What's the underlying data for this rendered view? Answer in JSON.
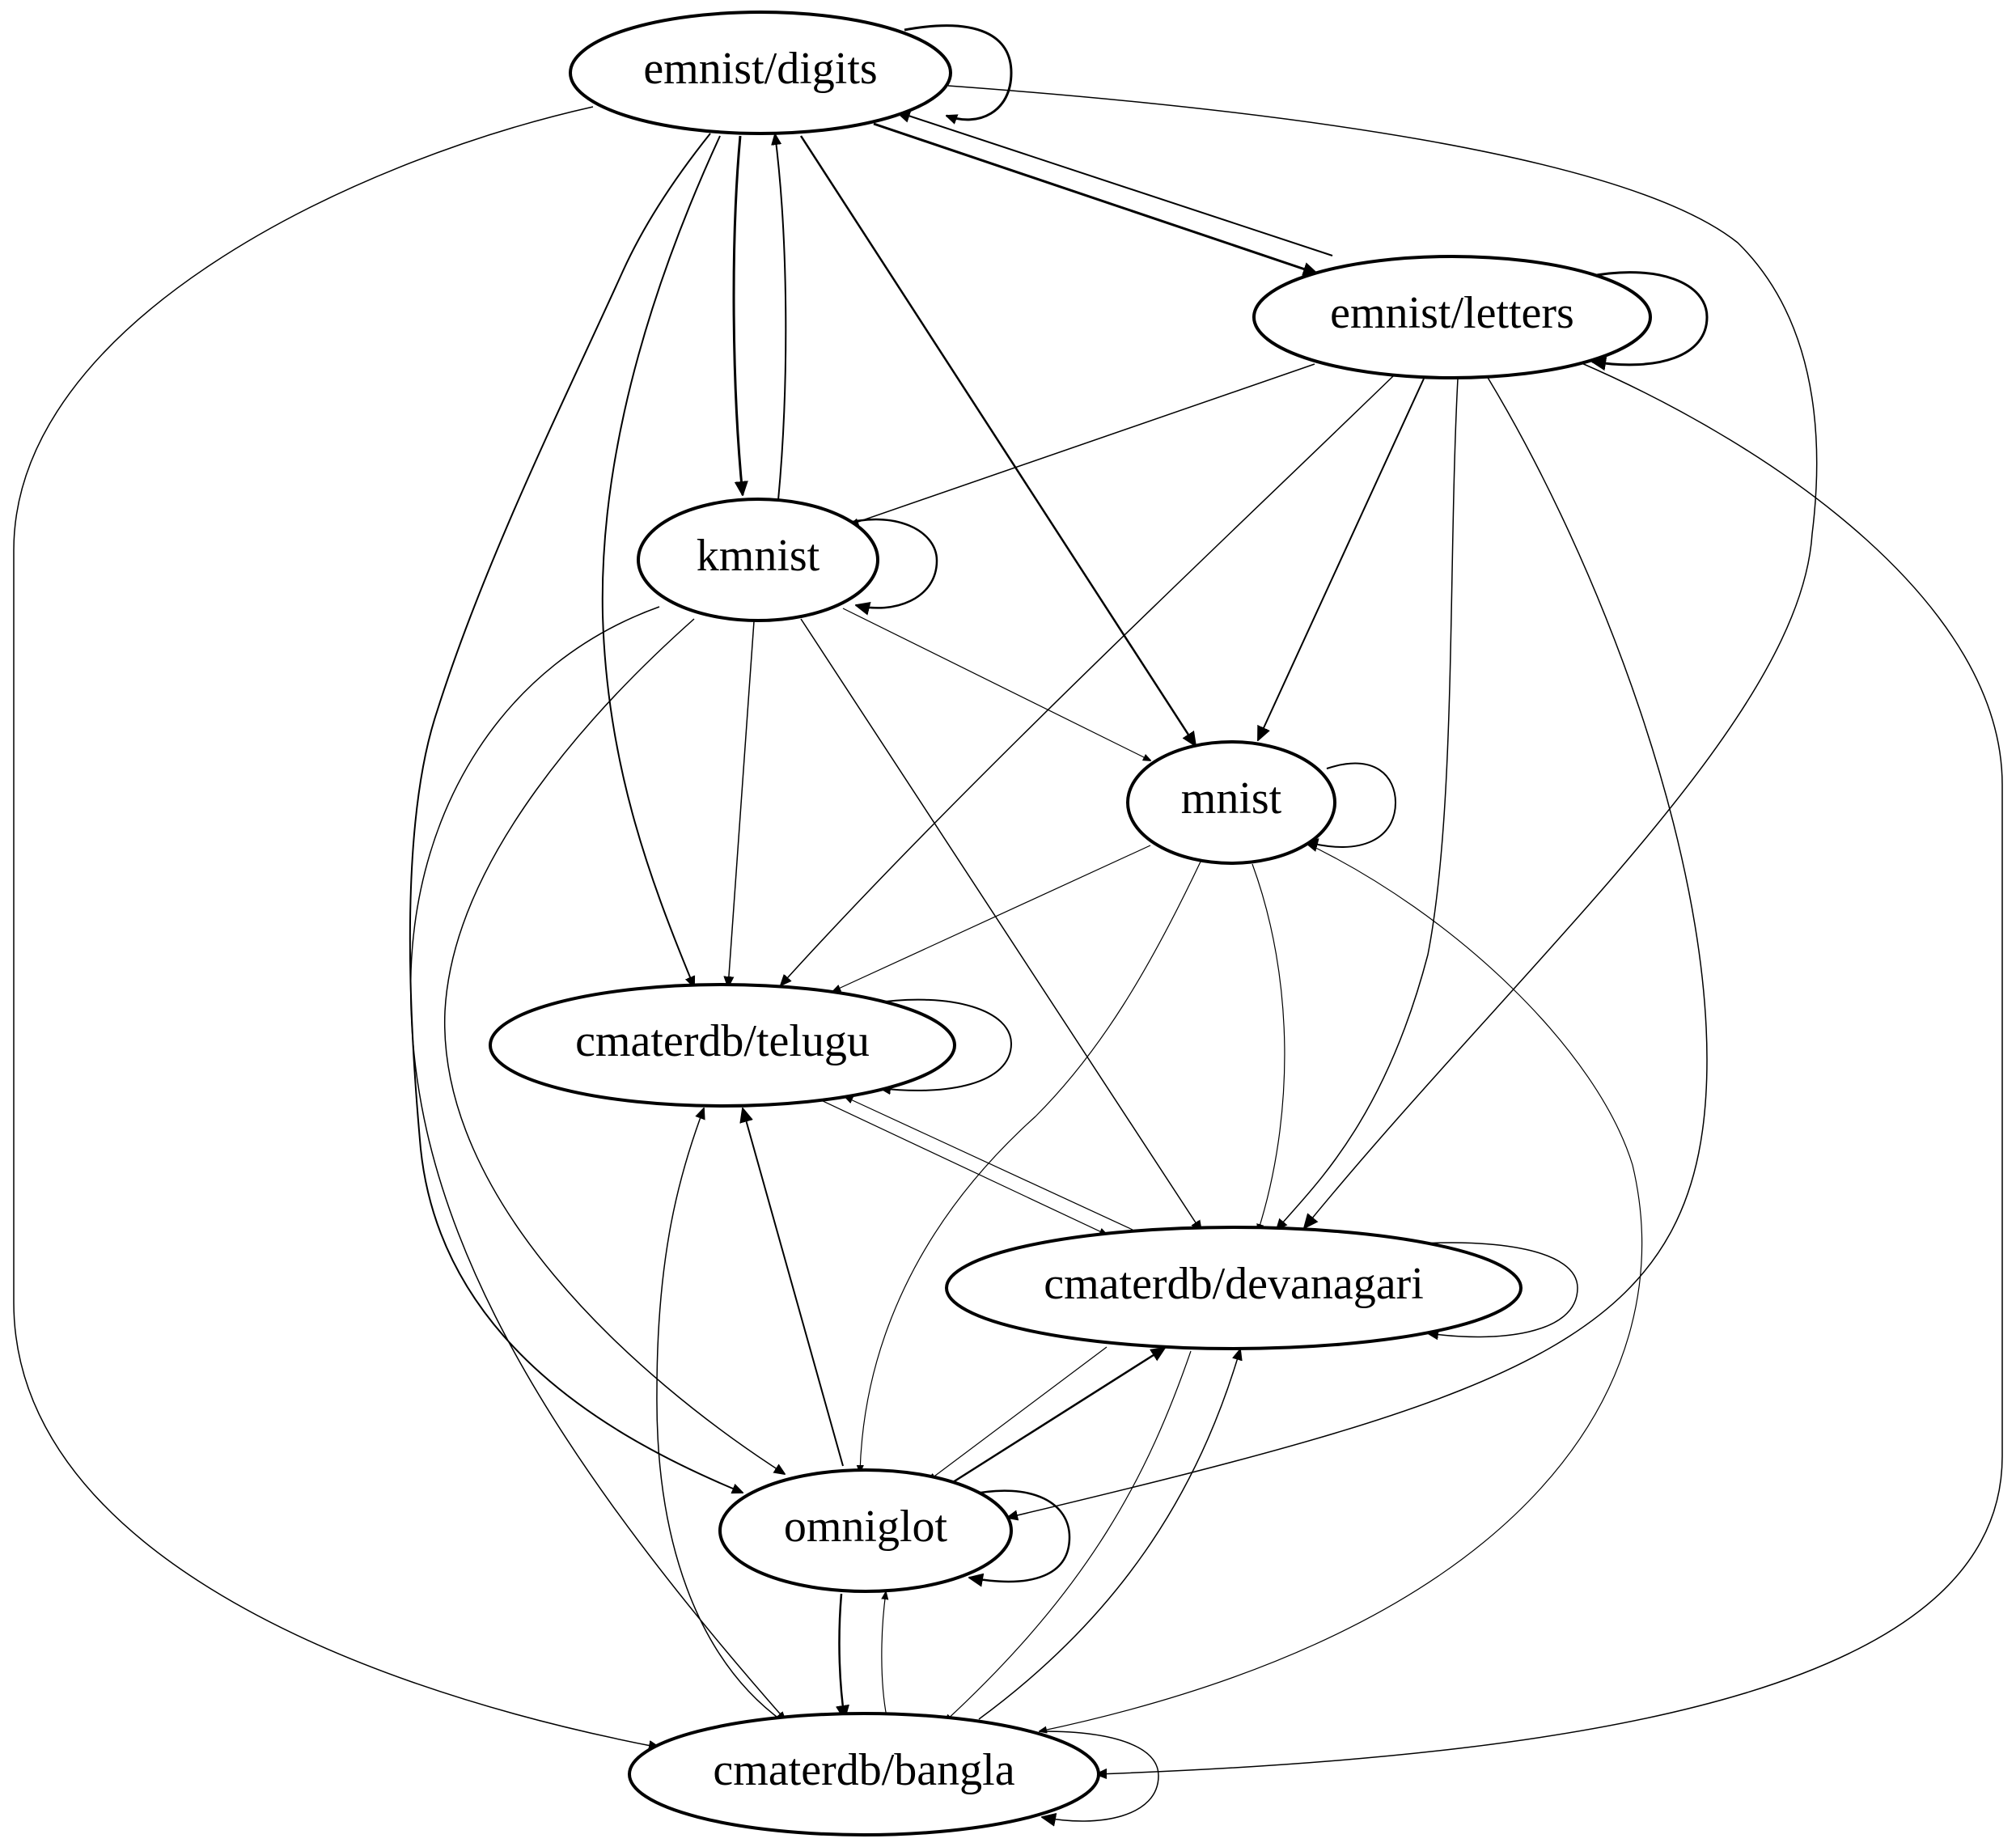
{
  "graph": {
    "type": "directed-graph",
    "nodes": [
      {
        "id": "emnist_digits",
        "label": "emnist/digits"
      },
      {
        "id": "emnist_letters",
        "label": "emnist/letters"
      },
      {
        "id": "kmnist",
        "label": "kmnist"
      },
      {
        "id": "mnist",
        "label": "mnist"
      },
      {
        "id": "telugu",
        "label": "cmaterdb/telugu"
      },
      {
        "id": "devanagari",
        "label": "cmaterdb/devanagari"
      },
      {
        "id": "omniglot",
        "label": "omniglot"
      },
      {
        "id": "bangla",
        "label": "cmaterdb/bangla"
      }
    ],
    "edges": [
      {
        "from": "emnist_digits",
        "to": "emnist_digits"
      },
      {
        "from": "emnist_digits",
        "to": "emnist_letters"
      },
      {
        "from": "emnist_letters",
        "to": "emnist_digits"
      },
      {
        "from": "emnist_digits",
        "to": "kmnist"
      },
      {
        "from": "kmnist",
        "to": "emnist_digits"
      },
      {
        "from": "emnist_digits",
        "to": "mnist"
      },
      {
        "from": "emnist_digits",
        "to": "telugu"
      },
      {
        "from": "emnist_digits",
        "to": "omniglot"
      },
      {
        "from": "emnist_digits",
        "to": "bangla"
      },
      {
        "from": "emnist_digits",
        "to": "devanagari"
      },
      {
        "from": "emnist_letters",
        "to": "emnist_letters"
      },
      {
        "from": "emnist_letters",
        "to": "kmnist"
      },
      {
        "from": "emnist_letters",
        "to": "telugu"
      },
      {
        "from": "emnist_letters",
        "to": "mnist"
      },
      {
        "from": "emnist_letters",
        "to": "devanagari"
      },
      {
        "from": "emnist_letters",
        "to": "omniglot"
      },
      {
        "from": "emnist_letters",
        "to": "bangla"
      },
      {
        "from": "kmnist",
        "to": "kmnist"
      },
      {
        "from": "kmnist",
        "to": "mnist"
      },
      {
        "from": "kmnist",
        "to": "telugu"
      },
      {
        "from": "kmnist",
        "to": "devanagari"
      },
      {
        "from": "kmnist",
        "to": "omniglot"
      },
      {
        "from": "kmnist",
        "to": "bangla"
      },
      {
        "from": "mnist",
        "to": "mnist"
      },
      {
        "from": "mnist",
        "to": "telugu"
      },
      {
        "from": "mnist",
        "to": "omniglot"
      },
      {
        "from": "mnist",
        "to": "devanagari"
      },
      {
        "from": "mnist",
        "to": "bangla"
      },
      {
        "from": "telugu",
        "to": "telugu"
      },
      {
        "from": "telugu",
        "to": "devanagari"
      },
      {
        "from": "devanagari",
        "to": "telugu"
      },
      {
        "from": "devanagari",
        "to": "devanagari"
      },
      {
        "from": "devanagari",
        "to": "omniglot"
      },
      {
        "from": "omniglot",
        "to": "devanagari"
      },
      {
        "from": "devanagari",
        "to": "bangla"
      },
      {
        "from": "bangla",
        "to": "devanagari"
      },
      {
        "from": "omniglot",
        "to": "telugu"
      },
      {
        "from": "omniglot",
        "to": "omniglot"
      },
      {
        "from": "omniglot",
        "to": "bangla"
      },
      {
        "from": "bangla",
        "to": "omniglot"
      },
      {
        "from": "bangla",
        "to": "telugu"
      },
      {
        "from": "bangla",
        "to": "bangla"
      }
    ]
  }
}
